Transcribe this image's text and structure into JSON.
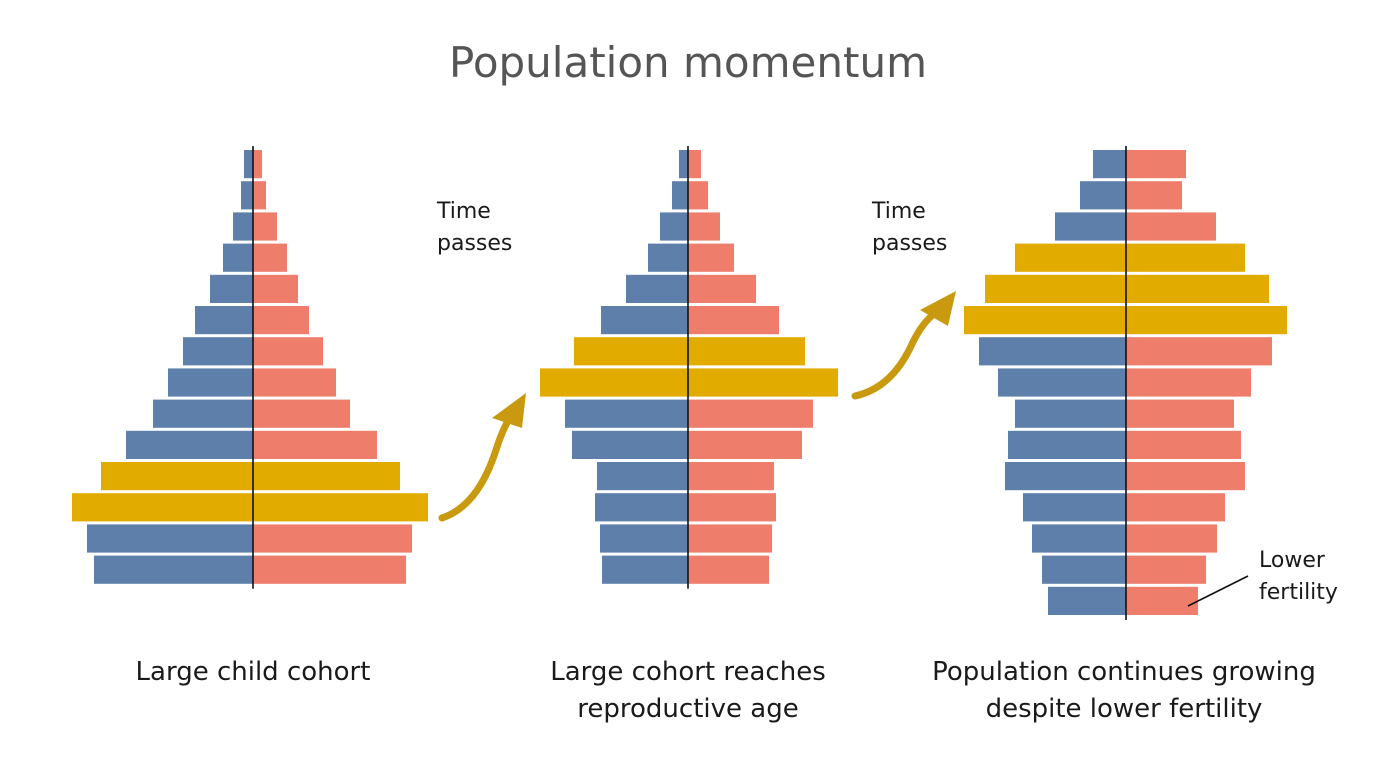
{
  "title": "Population momentum",
  "colors": {
    "male": "#5f7fab",
    "female": "#ef7d6c",
    "cohort": "#e1ab00",
    "arrow": "#c99a0f",
    "axis": "#111111"
  },
  "pyramids": [
    {
      "caption_lines": [
        "Large child cohort"
      ],
      "bars_top_to_bottom": [
        {
          "male": 9,
          "female": 9,
          "highlight": false
        },
        {
          "male": 12,
          "female": 13,
          "highlight": false
        },
        {
          "male": 20,
          "female": 24,
          "highlight": false
        },
        {
          "male": 30,
          "female": 34,
          "highlight": false
        },
        {
          "male": 43,
          "female": 45,
          "highlight": false
        },
        {
          "male": 58,
          "female": 56,
          "highlight": false
        },
        {
          "male": 70,
          "female": 70,
          "highlight": false
        },
        {
          "male": 85,
          "female": 83,
          "highlight": false
        },
        {
          "male": 100,
          "female": 97,
          "highlight": false
        },
        {
          "male": 127,
          "female": 124,
          "highlight": false
        },
        {
          "male": 152,
          "female": 147,
          "highlight": true
        },
        {
          "male": 181,
          "female": 175,
          "highlight": true
        },
        {
          "male": 166,
          "female": 159,
          "highlight": false
        },
        {
          "male": 159,
          "female": 153,
          "highlight": false
        }
      ]
    },
    {
      "caption_lines": [
        "Large cohort reaches",
        "reproductive age"
      ],
      "bars_top_to_bottom": [
        {
          "male": 9,
          "female": 13,
          "highlight": false
        },
        {
          "male": 16,
          "female": 20,
          "highlight": false
        },
        {
          "male": 28,
          "female": 32,
          "highlight": false
        },
        {
          "male": 40,
          "female": 46,
          "highlight": false
        },
        {
          "male": 62,
          "female": 68,
          "highlight": false
        },
        {
          "male": 87,
          "female": 91,
          "highlight": false
        },
        {
          "male": 114,
          "female": 117,
          "highlight": true
        },
        {
          "male": 148,
          "female": 150,
          "highlight": true
        },
        {
          "male": 123,
          "female": 125,
          "highlight": false
        },
        {
          "male": 116,
          "female": 114,
          "highlight": false
        },
        {
          "male": 91,
          "female": 86,
          "highlight": false
        },
        {
          "male": 93,
          "female": 88,
          "highlight": false
        },
        {
          "male": 88,
          "female": 84,
          "highlight": false
        },
        {
          "male": 86,
          "female": 81,
          "highlight": false
        }
      ]
    },
    {
      "caption_lines": [
        "Population continues growing",
        "despite lower fertility"
      ],
      "bars_top_to_bottom": [
        {
          "male": 33,
          "female": 60,
          "highlight": false
        },
        {
          "male": 46,
          "female": 56,
          "highlight": false
        },
        {
          "male": 71,
          "female": 90,
          "highlight": false
        },
        {
          "male": 111,
          "female": 119,
          "highlight": true
        },
        {
          "male": 141,
          "female": 143,
          "highlight": true
        },
        {
          "male": 162,
          "female": 161,
          "highlight": true
        },
        {
          "male": 147,
          "female": 146,
          "highlight": false
        },
        {
          "male": 128,
          "female": 125,
          "highlight": false
        },
        {
          "male": 111,
          "female": 108,
          "highlight": false
        },
        {
          "male": 118,
          "female": 115,
          "highlight": false
        },
        {
          "male": 121,
          "female": 119,
          "highlight": false
        },
        {
          "male": 103,
          "female": 99,
          "highlight": false
        },
        {
          "male": 94,
          "female": 91,
          "highlight": false
        },
        {
          "male": 84,
          "female": 80,
          "highlight": false
        },
        {
          "male": 78,
          "female": 72,
          "highlight": false
        }
      ]
    }
  ],
  "arrow_labels": [
    {
      "lines": [
        "Time",
        "passes"
      ]
    },
    {
      "lines": [
        "Time",
        "passes"
      ]
    }
  ],
  "fertility_note": {
    "lines": [
      "Lower",
      "fertility"
    ]
  }
}
